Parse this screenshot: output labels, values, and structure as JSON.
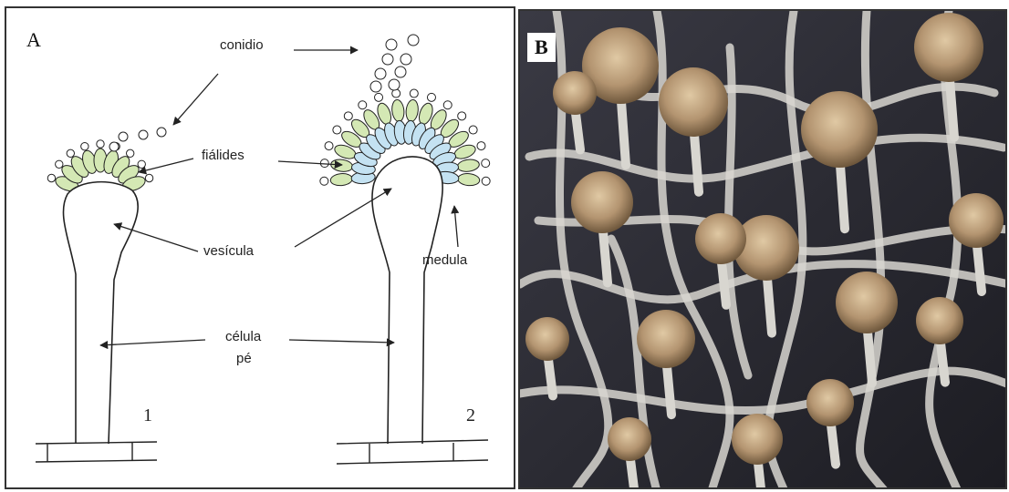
{
  "panel_a": {
    "letter": "A",
    "labels": {
      "conidio": "conidio",
      "fialides": "fiálides",
      "vesicula": "vesícula",
      "medula": "medula",
      "celula": "célula",
      "pe": "pé"
    },
    "structure_1_number": "1",
    "structure_2_number": "2"
  },
  "panel_b": {
    "letter": "B"
  },
  "colors": {
    "phialide_green": "#d4e8b4",
    "metula_blue": "#c4e2f2",
    "outline": "#222222",
    "micrograph_background": "#2a2a30",
    "fungus_brown": "#b39470",
    "hyphae_white": "#d8d6d0"
  }
}
